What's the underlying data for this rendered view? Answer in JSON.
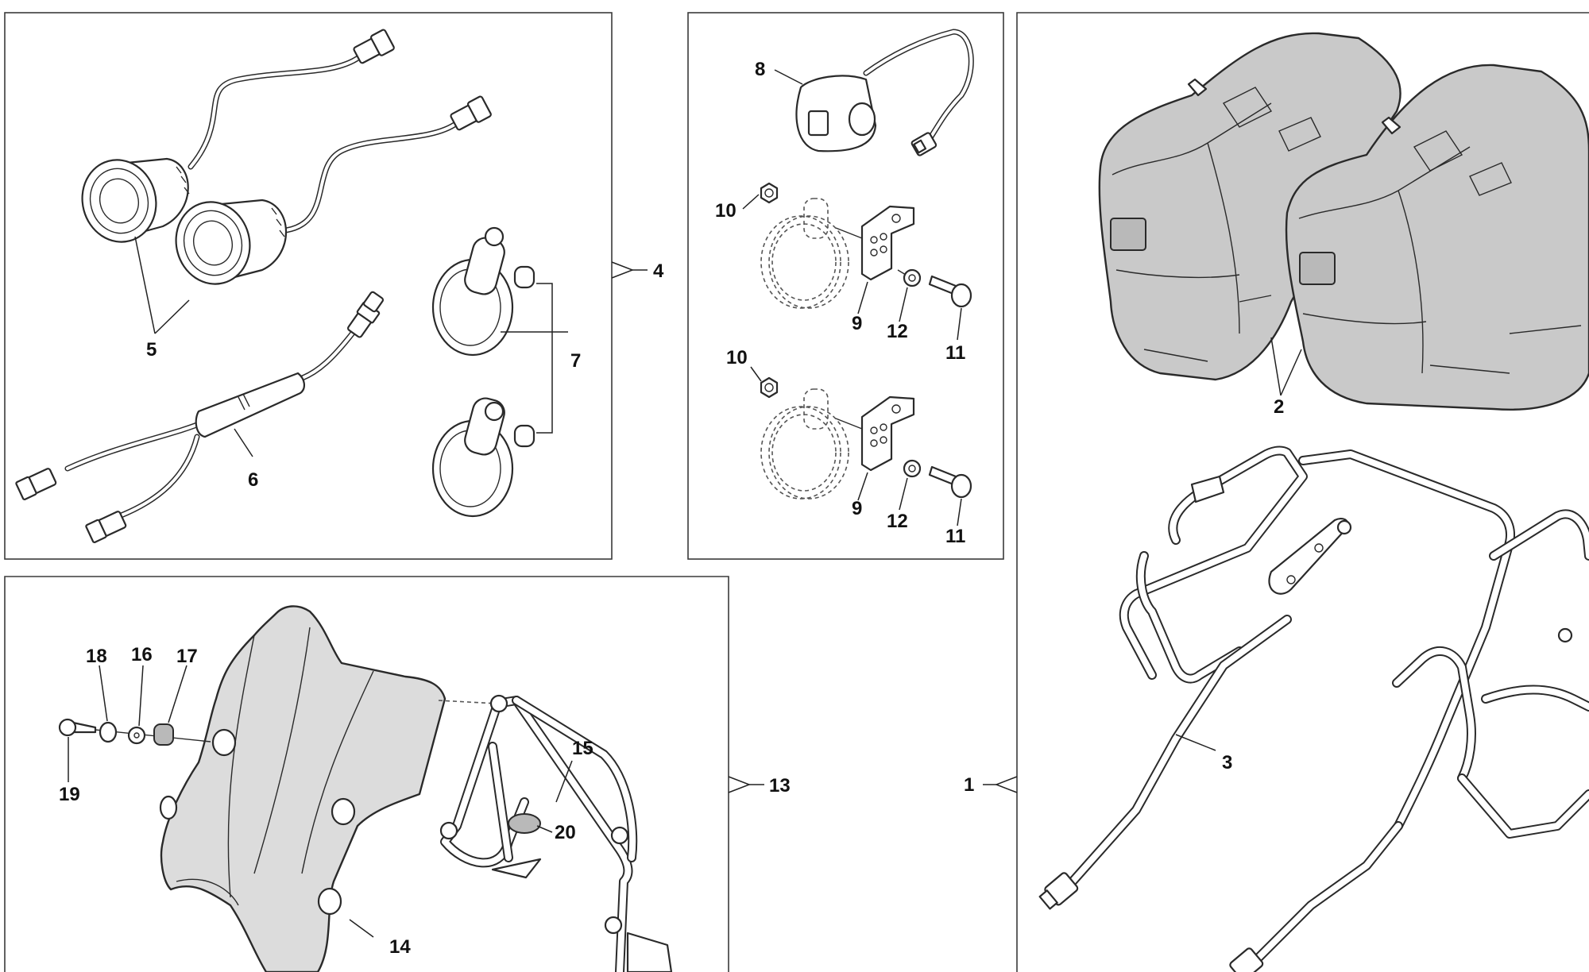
{
  "callouts": {
    "c1": "1",
    "c2": "2",
    "c3": "3",
    "c4": "4",
    "c5": "5",
    "c6": "6",
    "c7": "7",
    "c8": "8",
    "c9a": "9",
    "c9b": "9",
    "c10a": "10",
    "c10b": "10",
    "c11a": "11",
    "c11b": "11",
    "c12a": "12",
    "c12b": "12",
    "c13": "13",
    "c14": "14",
    "c15": "15",
    "c16": "16",
    "c17": "17",
    "c18": "18",
    "c19": "19",
    "c20": "20"
  }
}
